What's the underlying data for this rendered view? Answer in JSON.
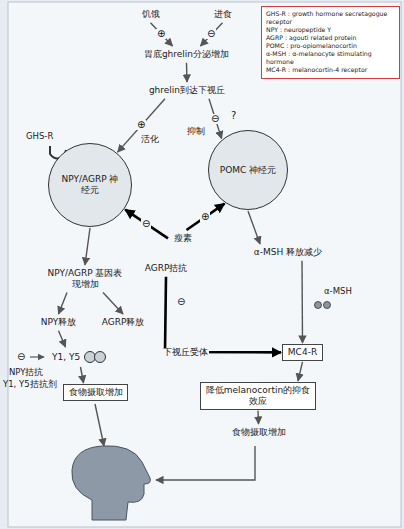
{
  "diagram": {
    "nodes": [
      {
        "text": [
          "饥饿"
        ]
      },
      {
        "text": [
          "进食"
        ]
      },
      {
        "text": [
          "GHS-R : growth hormone secretagogue receptor",
          "NPY : neuropeptide Y",
          "AGRP : agouti related protein",
          "POMC : pro-opiomelanocortin",
          "α-MSH : α-melanocyte stimulating hormone",
          "MC4-R : melanocortin-4 receptor"
        ]
      },
      {
        "text": [
          "胃底ghrelin分泌增加"
        ]
      },
      {
        "text": [
          "ghrelin到达下视丘"
        ]
      },
      {
        "text": [
          "NPY/AGRP 神经元"
        ]
      },
      {
        "text": [
          "POMC 神经元"
        ]
      },
      {
        "text": [
          "瘦素"
        ]
      },
      {
        "text": [
          "NPY/AGRP 基因表现增加"
        ]
      },
      {
        "text": [
          "NPY释放"
        ]
      },
      {
        "text": [
          "AGRP释放"
        ]
      },
      {
        "text": [
          "Y1, Y5"
        ]
      },
      {
        "text": [
          "食物摄取增加"
        ]
      },
      {
        "text": [
          "AGRP拮抗"
        ]
      },
      {
        "text": [
          "α-MSH 释放减少"
        ]
      },
      {
        "text": [
          "MC4-R"
        ]
      },
      {
        "text": [
          "降低melanocortin的抑食效应"
        ]
      },
      {
        "text": [
          "食物摄取增加"
        ]
      }
    ],
    "edges": [
      {
        "from": 0,
        "to": 3,
        "arrow": "to",
        "label": "⊕"
      },
      {
        "from": 1,
        "to": 3,
        "arrow": "to",
        "label": "⊖"
      },
      {
        "from": 3,
        "to": 4,
        "arrow": "to"
      },
      {
        "from": 4,
        "to": 5,
        "arrow": "to",
        "label": "⊕"
      },
      {
        "from": 4,
        "to": 6,
        "arrow": "to",
        "label": "⊖"
      },
      {
        "from": 7,
        "to": 5,
        "arrow": "to",
        "label": "⊖"
      },
      {
        "from": 7,
        "to": 6,
        "arrow": "to",
        "label": "⊕"
      },
      {
        "from": 5,
        "to": 8,
        "arrow": "to"
      },
      {
        "from": 8,
        "to": 9,
        "arrow": "to"
      },
      {
        "from": 8,
        "to": 10,
        "arrow": "to"
      },
      {
        "from": 9,
        "to": 11,
        "arrow": "to"
      },
      {
        "from": 11,
        "to": 12,
        "arrow": "to"
      },
      {
        "from": 6,
        "to": 14,
        "arrow": "to"
      },
      {
        "from": 13,
        "to": 15,
        "arrow": "to",
        "label": "下视丘受体"
      },
      {
        "from": 14,
        "to": 15,
        "arrow": "to"
      },
      {
        "from": 15,
        "to": 16,
        "arrow": "to"
      },
      {
        "from": 16,
        "to": 17,
        "arrow": "to"
      }
    ],
    "labels": [
      "活化",
      "抑制",
      "?",
      "GHS-R",
      "α-MSH",
      "⊖",
      "⊖",
      "NPY拮抗",
      "Y1, Y5拮抗剂"
    ]
  }
}
